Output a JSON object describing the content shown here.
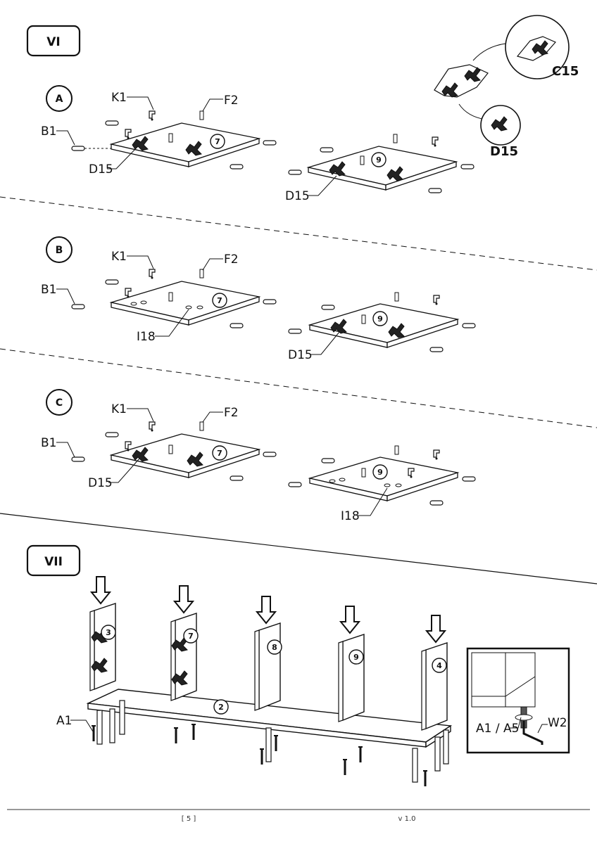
{
  "steps": {
    "vi": "VI",
    "vii": "VII"
  },
  "variants": {
    "a": "A",
    "b": "B",
    "c": "C"
  },
  "parts": {
    "k1": "K1",
    "f2": "F2",
    "b1": "B1",
    "d15": "D15",
    "i18": "I18",
    "c15": "C15",
    "a1": "A1",
    "w2": "W2",
    "a1_a5": "A1 / A5"
  },
  "panel_numbers": {
    "p2": "2",
    "p3": "3",
    "p4": "4",
    "p7": "7",
    "p8": "8",
    "p9": "9"
  },
  "footer": {
    "page": "[ 5 ]",
    "version": "v 1.0"
  }
}
